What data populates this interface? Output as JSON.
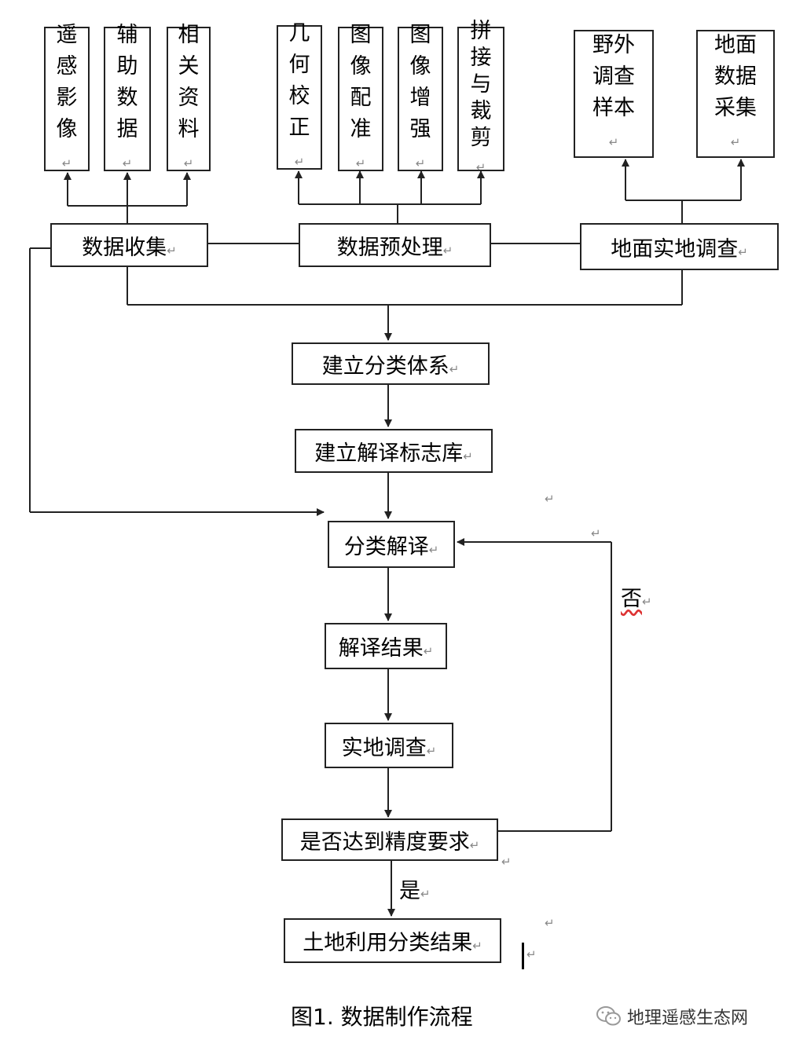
{
  "top_boxes": [
    {
      "id": "yaogan",
      "label": "遥感影像"
    },
    {
      "id": "fuzhu",
      "label": "辅助数据"
    },
    {
      "id": "xiangguan",
      "label": "相关资料"
    },
    {
      "id": "jihe",
      "label": "几何校正"
    },
    {
      "id": "peizhun",
      "label": "图像配准"
    },
    {
      "id": "zengqiang",
      "label": "图像增强"
    },
    {
      "id": "pinjie",
      "label": "拼接与裁剪"
    },
    {
      "id": "yewai",
      "label": "野外调查样本"
    },
    {
      "id": "dimian",
      "label": "地面数据采集"
    }
  ],
  "main_boxes": {
    "data_collect": "数据收集",
    "preprocess": "数据预处理",
    "field_survey": "地面实地调查",
    "class_system": "建立分类体系",
    "key_library": "建立解译标志库",
    "classify": "分类解译",
    "result": "解译结果",
    "verify": "实地调查",
    "accuracy": "是否达到精度要求",
    "final": "土地利用分类结果"
  },
  "edge_labels": {
    "no": "否",
    "yes": "是"
  },
  "paragraph_mark": "↵",
  "caption": "图1. 数据制作流程",
  "watermark": {
    "icon": "wechat-icon",
    "text": "地理遥感生态网"
  },
  "colors": {
    "line": "#222222",
    "mark": "#888888",
    "spell_underline": "#dd3333"
  }
}
